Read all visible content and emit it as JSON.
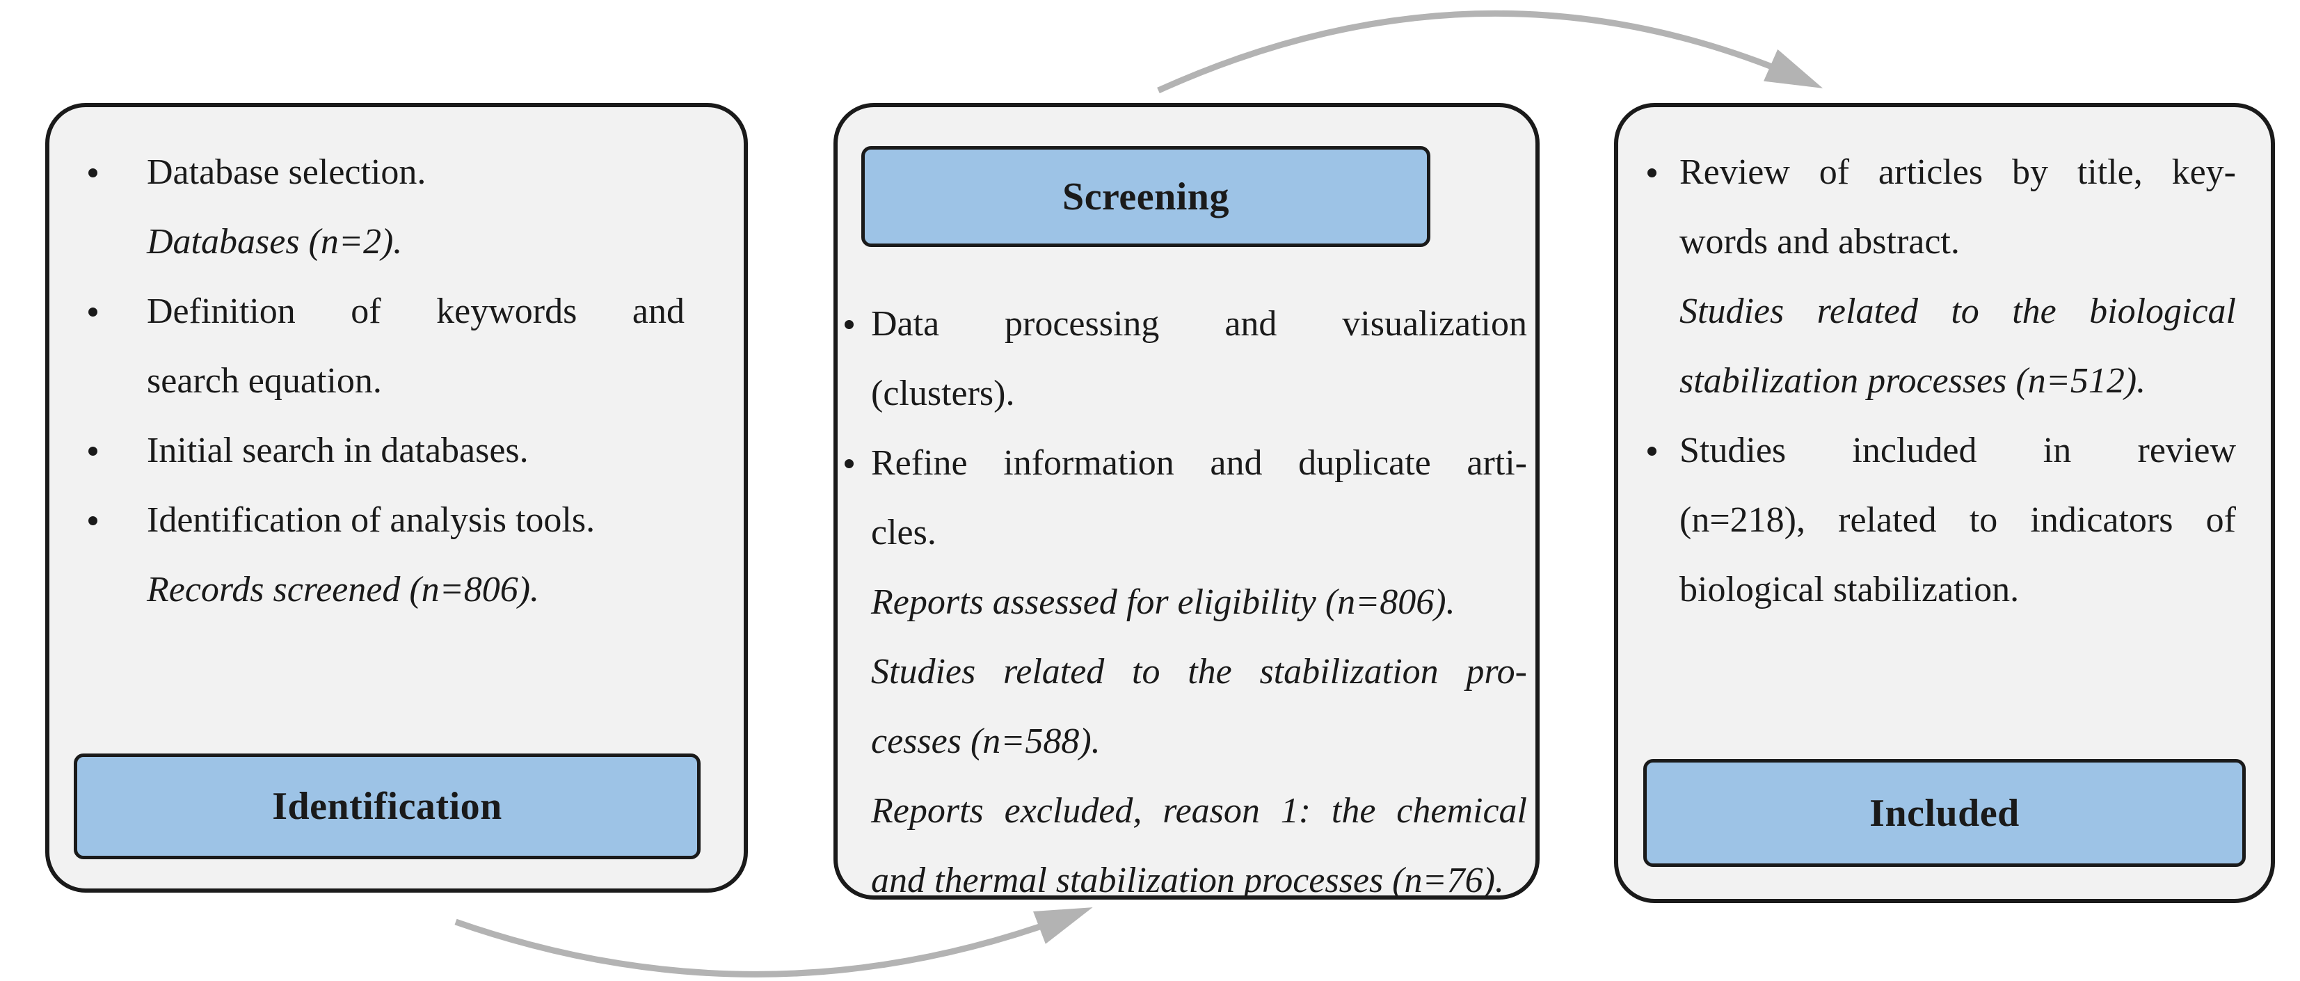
{
  "diagram": {
    "type": "flow-diagram",
    "description_visible_stages": [
      "Identification",
      "Screening",
      "Included"
    ]
  },
  "colors": {
    "box_fill": "#f2f2f2",
    "box_border": "#1a1a1a",
    "label_fill": "#9dc3e6",
    "label_border": "#1a1a1a",
    "text": "#1a1a1a",
    "arrow": "#b3b3b3",
    "page_background": "#ffffff"
  },
  "boxes": [
    {
      "id": "identification",
      "label": "Identification",
      "label_position": "bottom",
      "paragraphs": [
        {
          "bullet": true,
          "italic": false,
          "lines": [
            "Database selection."
          ]
        },
        {
          "bullet": false,
          "italic": true,
          "lines": [
            "Databases (n=2)."
          ]
        },
        {
          "bullet": true,
          "italic": false,
          "lines": [
            "Definition of keywords and",
            "search equation."
          ]
        },
        {
          "bullet": true,
          "italic": false,
          "lines": [
            "Initial search in databases."
          ]
        },
        {
          "bullet": true,
          "italic": false,
          "lines": [
            "Identification of analysis tools."
          ]
        },
        {
          "bullet": false,
          "italic": true,
          "lines": [
            "Records screened (n=806)."
          ]
        }
      ]
    },
    {
      "id": "screening",
      "label": "Screening",
      "label_position": "top",
      "paragraphs": [
        {
          "bullet": true,
          "italic": false,
          "lines": [
            "Data processing and visualization",
            "(clusters)."
          ]
        },
        {
          "bullet": true,
          "italic": false,
          "lines": [
            "Refine information and duplicate arti-",
            "cles."
          ]
        },
        {
          "bullet": false,
          "italic": true,
          "lines": [
            "Reports assessed for eligibility (n=806)."
          ]
        },
        {
          "bullet": false,
          "italic": true,
          "lines": [
            "Studies related to the stabilization pro-",
            "cesses (n=588)."
          ]
        },
        {
          "bullet": false,
          "italic": true,
          "lines": [
            "Reports excluded, reason 1: the chemical",
            "and thermal stabilization processes (n=76)."
          ]
        }
      ]
    },
    {
      "id": "included",
      "label": "Included",
      "label_position": "bottom",
      "paragraphs": [
        {
          "bullet": true,
          "italic": false,
          "lines": [
            "Review of articles by title, key-",
            "words and abstract."
          ]
        },
        {
          "bullet": false,
          "italic": true,
          "lines": [
            "Studies related to the biological",
            "stabilization processes (n=512)."
          ]
        },
        {
          "bullet": true,
          "italic": false,
          "lines": [
            "Studies included in review",
            "(n=218), related to indicators of",
            "biological stabilization."
          ]
        }
      ]
    }
  ],
  "arrows": [
    {
      "name": "screening-to-included",
      "from": "Screening",
      "to": "Included",
      "position": "top"
    },
    {
      "name": "identification-to-screening",
      "from": "Identification",
      "to": "Screening",
      "position": "bottom"
    }
  ]
}
